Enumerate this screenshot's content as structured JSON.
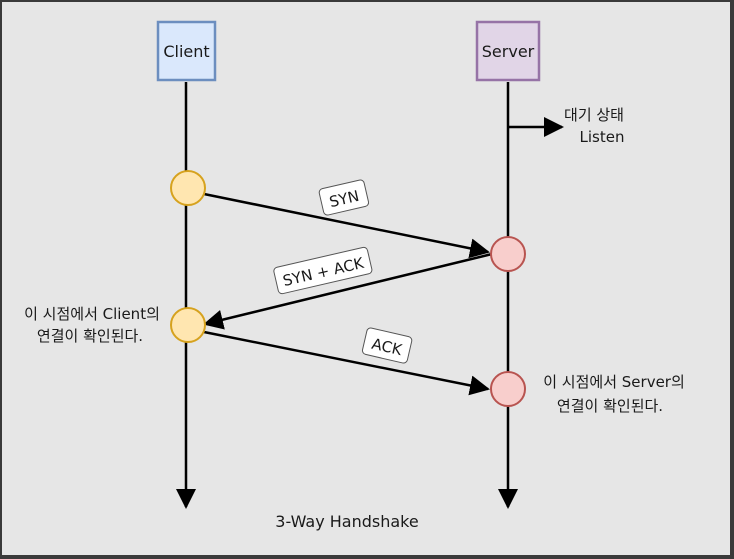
{
  "diagram": {
    "client": {
      "label": "Client",
      "fill": "#dae8fc",
      "stroke": "#6c8ebf"
    },
    "server": {
      "label": "Server",
      "fill": "#e1d5e7",
      "stroke": "#9673a6"
    },
    "listen_note": {
      "line1": "대기 상태",
      "line2": "Listen"
    },
    "messages": {
      "syn": "SYN",
      "synack": "SYN + ACK",
      "ack": "ACK"
    },
    "client_note": {
      "line1": "이 시점에서 Client의",
      "line2": "연결이 확인된다."
    },
    "server_note": {
      "line1": "이 시점에서 Server의",
      "line2": "연결이 확인된다."
    },
    "caption": "3-Way Handshake",
    "colors": {
      "client_point": "#ffe6b0",
      "client_point_stroke": "#d6a21e",
      "server_point": "#f8cecc",
      "server_point_stroke": "#b85450"
    }
  }
}
